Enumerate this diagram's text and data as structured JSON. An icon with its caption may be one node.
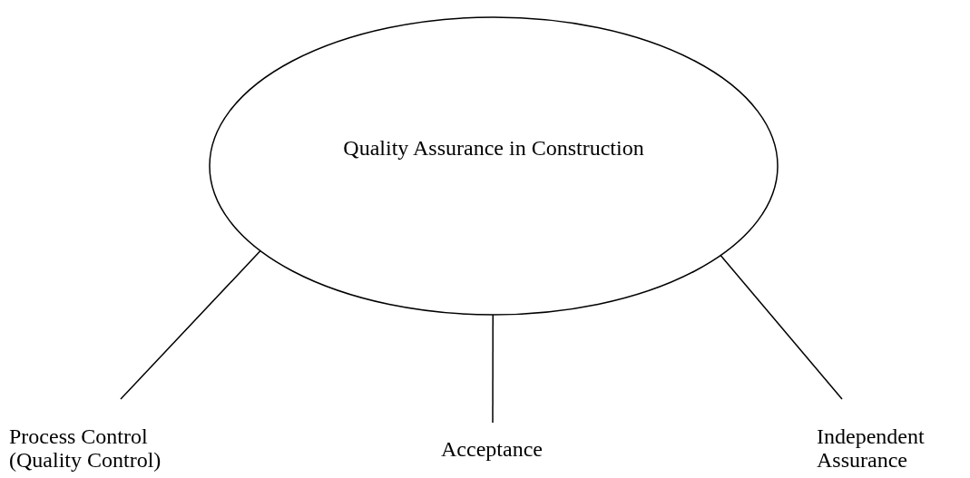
{
  "diagram": {
    "nodes": [
      {
        "text": [
          "Quality Assurance in Construction"
        ]
      },
      {
        "text": [
          "Process Control (Quality Control)"
        ]
      },
      {
        "text": [
          "Acceptance"
        ]
      },
      {
        "text": [
          "Independent Assurance"
        ]
      }
    ],
    "edges": [
      {
        "from": 0,
        "to": 1,
        "arrow": "none"
      },
      {
        "from": 0,
        "to": 2,
        "arrow": "none"
      },
      {
        "from": 0,
        "to": 3,
        "arrow": "none"
      }
    ]
  }
}
